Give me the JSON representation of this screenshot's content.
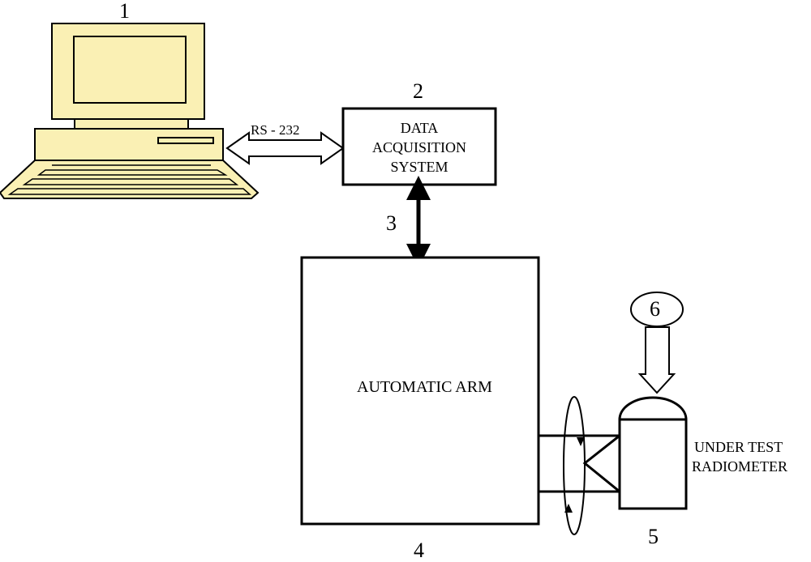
{
  "labels": {
    "computer_number": "1",
    "daq_number": "2",
    "link_number": "3",
    "arm_number": "4",
    "radiometer_number": "5",
    "source_number": "6",
    "rs232": "RS - 232",
    "daq_line1": "DATA",
    "daq_line2": "ACQUISITION",
    "daq_line3": "SYSTEM",
    "arm": "AUTOMATIC ARM",
    "radiometer_line1": "UNDER TEST",
    "radiometer_line2": "RADIOMETER"
  },
  "colors": {
    "computer_fill": "#FAF0B4",
    "stroke": "#000000",
    "background": "#FFFFFF"
  }
}
